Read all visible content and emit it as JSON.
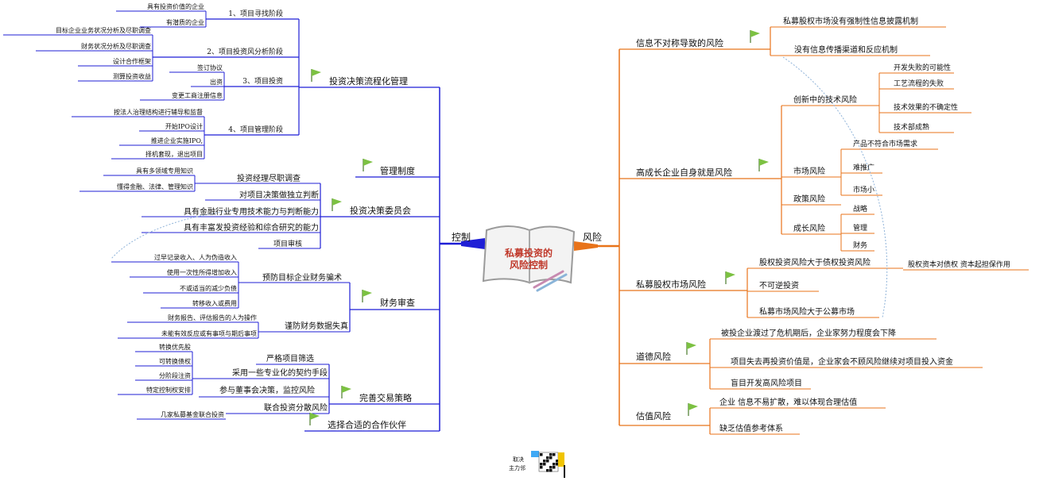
{
  "central_topic": [
    "私募投资的",
    "风险控制"
  ],
  "left": {
    "label": "控制",
    "branches": [
      {
        "label": "投资决策流程化管理",
        "children": [
          {
            "label": "1、项目寻找阶段",
            "children": [
              {
                "label": "具有投资价值的企业"
              },
              {
                "label": "有潜质的企业"
              }
            ]
          },
          {
            "label": "2、项目投资风分析阶段",
            "children": [
              {
                "label": "目标企业业务状况分析及尽职调查"
              },
              {
                "label": "财务状况分析及尽职调查"
              },
              {
                "label": "设计合作框架"
              },
              {
                "label": "测算投资收益"
              }
            ]
          },
          {
            "label": "3、项目投资",
            "children": [
              {
                "label": "签订协议"
              },
              {
                "label": "出资"
              },
              {
                "label": "变更工商注册信息"
              }
            ]
          },
          {
            "label": "4、项目管理阶段",
            "children": [
              {
                "label": "按法人治理结构进行辅导和监督"
              },
              {
                "label": "开始IPO设计"
              },
              {
                "label": "推进企业实施IPO,"
              },
              {
                "label": "择机套现，退出项目"
              }
            ]
          }
        ]
      },
      {
        "label": "管理制度",
        "children": []
      },
      {
        "label": "投资决策委员会",
        "children": [
          {
            "label": "投资经理尽职调查",
            "children": [
              {
                "label": "具有多领域专用知识"
              },
              {
                "label": "懂得金融、法律、管理知识"
              }
            ]
          },
          {
            "label": "对项目决策做独立判断"
          },
          {
            "label": "具有金融行业专用技术能力与判断能力"
          },
          {
            "label": "具有丰富发投资经验和综合研究的能力"
          },
          {
            "label": "项目审核"
          }
        ]
      },
      {
        "label": "财务审查",
        "children": [
          {
            "label": "预防目标企业财务骗术",
            "children": [
              {
                "label": "过早记录收入、人为伪造收入"
              },
              {
                "label": "使用一次性所得增加收入"
              },
              {
                "label": "不或适当的减少负债"
              },
              {
                "label": "转移收入或费用"
              }
            ]
          },
          {
            "label": "谨防财务数据失真",
            "children": [
              {
                "label": "财务报告、评估报告的人为操作"
              },
              {
                "label": "未能有效反应或有事项与期后事项"
              }
            ]
          }
        ]
      },
      {
        "label": "完善交易策略",
        "children": [
          {
            "label": "严格项目筛选"
          },
          {
            "label": "采用一些专业化的契约手段",
            "children": [
              {
                "label": "转换优先股"
              },
              {
                "label": "可转换债权"
              },
              {
                "label": "分阶段注资"
              },
              {
                "label": "特定控制权安排"
              }
            ]
          },
          {
            "label": "参与董事会决策，监控风险"
          },
          {
            "label": "联合投资分散风险",
            "children": [
              {
                "label": "几家私募基金联合投资"
              }
            ]
          }
        ]
      },
      {
        "label": "选择合适的合作伙伴",
        "children": []
      }
    ]
  },
  "right": {
    "label": "风险",
    "branches": [
      {
        "label": "信息不对称导致的风险",
        "children": [
          {
            "label": "私募股权市场没有强制性信息披露机制"
          },
          {
            "label": "没有信息传播渠道和反应机制"
          }
        ]
      },
      {
        "label": "高成长企业自身就是风险",
        "children": [
          {
            "label": "创新中的技术风险",
            "children": [
              {
                "label": "开发失败的可能性"
              },
              {
                "label": "工艺流程的失败"
              },
              {
                "label": "技术效果的不确定性"
              },
              {
                "label": "技术部成熟"
              }
            ]
          },
          {
            "label": "市场风险",
            "children": [
              {
                "label": "产品不符合市场需求"
              },
              {
                "label": "难推广"
              },
              {
                "label": "市场小"
              }
            ]
          },
          {
            "label": "政策风险"
          },
          {
            "label": "成长风险",
            "children": [
              {
                "label": "战略"
              },
              {
                "label": "管理"
              },
              {
                "label": "财务"
              }
            ]
          }
        ]
      },
      {
        "label": "私募股权市场风险",
        "children": [
          {
            "label": "股权投资风险大于债权投资风险",
            "children": [
              {
                "label": "股权资本对债权 资本起担保作用"
              }
            ]
          },
          {
            "label": "不可逆投资"
          },
          {
            "label": "私募市场风险大于公募市场"
          }
        ]
      },
      {
        "label": "道德风险",
        "children": [
          {
            "label": "被投企业渡过了危机期后，企业家努力程度会下降"
          },
          {
            "label": "项目失去再投资价值是，企业家会不顾风险继续对项目投入资金"
          },
          {
            "label": "盲目开发高风险项目"
          }
        ]
      },
      {
        "label": "估值风险",
        "children": [
          {
            "label": "企业 信息不易扩散，难以体现合理估值"
          },
          {
            "label": "缺乏估值参考体系"
          }
        ]
      }
    ]
  },
  "footer": {
    "brand_line1": "取决",
    "brand_line2": "主力邻"
  },
  "colors": {
    "left_line": "#1f1fd6",
    "right_line": "#e8731a",
    "flag": "#7cc142",
    "dashed": "#8fb3d9"
  }
}
